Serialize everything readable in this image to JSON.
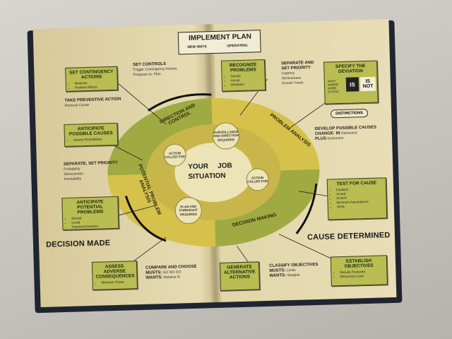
{
  "header": {
    "title": "IMPLEMENT PLAN",
    "sub1": "NEW WAYS",
    "sub2": "OPERATING"
  },
  "left_top": {
    "box1": {
      "title": "SET CONTINGENCY ACTIONS",
      "items": [
        "Minimize",
        "Problem Effects"
      ]
    },
    "set_controls": {
      "title": "SET CONTROLS",
      "items": [
        "Trigger Contingency Actions",
        "Progress vs. Plan"
      ]
    },
    "preventive": {
      "title": "TAKE PREVENTIVE ACTION",
      "item": "Remove Cause"
    },
    "box2": {
      "title": "ANTICIPATE POSSIBLE CAUSES",
      "items": [
        "Assess Probabilities"
      ]
    },
    "separate": {
      "title": "SEPARATE, SET PRIORITY",
      "items": [
        "Probability",
        "Seriousness",
        "Inevitability"
      ]
    },
    "box3": {
      "title": "ANTICIPATE POTENTIAL PROBLEMS",
      "items": [
        "Should",
        "Could",
        "Potential Deviation"
      ]
    },
    "decision_made": "DECISION MADE",
    "box4": {
      "title": "ASSESS ADVERSE CONSEQUENCES",
      "items": [
        "Minimize Threat"
      ]
    },
    "compare": {
      "title": "COMPARE AND CHOOSE",
      "musts": "MUSTS:",
      "musts_val": "GO NO GO",
      "wants": "WANTS:",
      "wants_val": "Relative fit"
    }
  },
  "right_top": {
    "box1": {
      "title": "RECOGNIZE PROBLEMS",
      "items": [
        "Should",
        "Actual",
        "Deviation"
      ]
    },
    "separate": {
      "title": "SEPARATE AND SET PRIORITY",
      "items": [
        "Urgency",
        "Seriousness",
        "Growth Trend"
      ]
    },
    "specify": {
      "title": "SPECIFY THE DEVIATION",
      "rows": [
        "WHAT",
        "WHERE",
        "WHEN",
        "EXTENT"
      ],
      "is": "IS",
      "isnot": "IS NOT"
    },
    "distinctions": "DISTINCTIONS",
    "develop": {
      "title": "DEVELOP POSSIBLE CAUSES",
      "change": "CHANGE: IN",
      "change_val": "Distinction",
      "plus": "PLUS",
      "plus_val": "Distinction"
    },
    "test": {
      "title": "TEST FOR CAUSE",
      "items": [
        "Explains",
        "IS and",
        "IS NOT",
        "Minimum Assumptions",
        "Verify"
      ]
    },
    "cause_determined": "CAUSE DETERMINED",
    "generate": {
      "title": "GENERATE ALTERNATIVE ACTIONS"
    },
    "classify": {
      "title": "CLASSIFY OBJECTIVES",
      "musts": "MUSTS:",
      "musts_val": "Limits",
      "wants": "WANTS:",
      "wants_val": "Weights"
    },
    "establish": {
      "title": "ESTABLISH OBJECTIVES",
      "items": [
        "Results Produced",
        "Resources Used"
      ]
    }
  },
  "center": {
    "your": "YOUR",
    "job": "JOB",
    "situation": "SITUATION",
    "direction": "DIRECTION AND CONTROL",
    "problem": "PROBLEM ANALYSIS",
    "decision": "DECISION MAKING",
    "potential": "POTENTIAL PROBLEM ANALYSIS",
    "c1": "ACTION CALLED FOR",
    "c2": "SURVEILLANCE AND DIRECTION REQUIRED",
    "c3": "ACTION CALLED FOR",
    "c4": "PLAN AND FORESIGHT REQUIRED"
  },
  "colors": {
    "box": "#b9bd52",
    "ring_green": "#9faa43",
    "ring_yellow": "#d6c24a",
    "page": "#e6dbb2"
  }
}
